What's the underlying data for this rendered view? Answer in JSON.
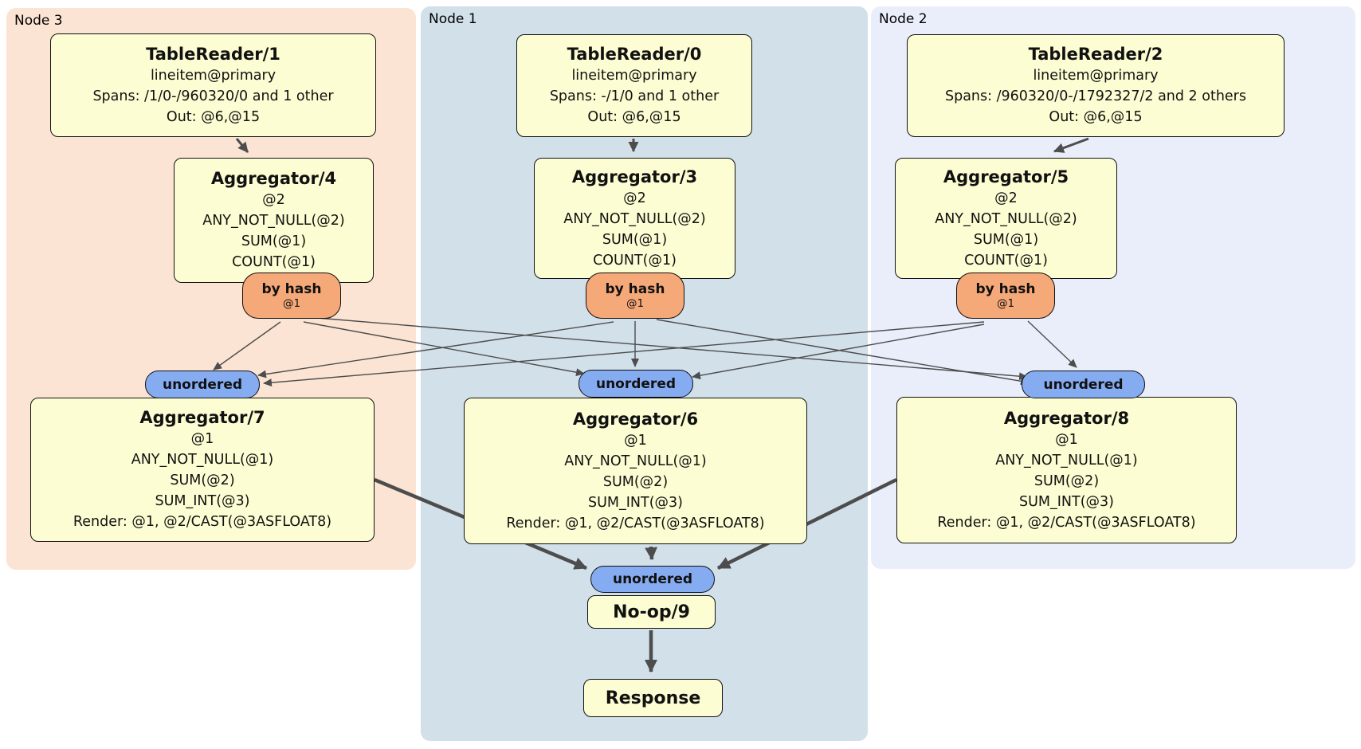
{
  "regions": [
    {
      "label": "Node 3",
      "bg": "#fce4d4"
    },
    {
      "label": "Node 1",
      "bg": "#d2e0ea"
    },
    {
      "label": "Node 2",
      "bg": "#e9eefa"
    }
  ],
  "colors": {
    "processor_fill": "#fdfdd3",
    "router_fill": "#f5a878",
    "sync_fill": "#85abf1",
    "edge": "#4d4d4d"
  },
  "processors": {
    "tr1": {
      "title": "TableReader/1",
      "lines": [
        "lineitem@primary",
        "Spans: /1/0-/960320/0 and 1 other",
        "Out: @6,@15"
      ]
    },
    "tr0": {
      "title": "TableReader/0",
      "lines": [
        "lineitem@primary",
        "Spans: -/1/0 and 1 other",
        "Out: @6,@15"
      ]
    },
    "tr2": {
      "title": "TableReader/2",
      "lines": [
        "lineitem@primary",
        "Spans: /960320/0-/1792327/2 and 2 others",
        "Out: @6,@15"
      ]
    },
    "agg4": {
      "title": "Aggregator/4",
      "lines": [
        "@2",
        "ANY_NOT_NULL(@2)",
        "SUM(@1)",
        "COUNT(@1)"
      ]
    },
    "agg3": {
      "title": "Aggregator/3",
      "lines": [
        "@2",
        "ANY_NOT_NULL(@2)",
        "SUM(@1)",
        "COUNT(@1)"
      ]
    },
    "agg5": {
      "title": "Aggregator/5",
      "lines": [
        "@2",
        "ANY_NOT_NULL(@2)",
        "SUM(@1)",
        "COUNT(@1)"
      ]
    },
    "agg7": {
      "title": "Aggregator/7",
      "lines": [
        "@1",
        "ANY_NOT_NULL(@1)",
        "SUM(@2)",
        "SUM_INT(@3)",
        "Render: @1, @2/CAST(@3ASFLOAT8)"
      ]
    },
    "agg6": {
      "title": "Aggregator/6",
      "lines": [
        "@1",
        "ANY_NOT_NULL(@1)",
        "SUM(@2)",
        "SUM_INT(@3)",
        "Render: @1, @2/CAST(@3ASFLOAT8)"
      ]
    },
    "agg8": {
      "title": "Aggregator/8",
      "lines": [
        "@1",
        "ANY_NOT_NULL(@1)",
        "SUM(@2)",
        "SUM_INT(@3)",
        "Render: @1, @2/CAST(@3ASFLOAT8)"
      ]
    },
    "noop": {
      "title": "No-op/9"
    },
    "response": {
      "title": "Response"
    }
  },
  "router": {
    "label": "by hash",
    "key": "@1"
  },
  "sync": {
    "label": "unordered"
  }
}
